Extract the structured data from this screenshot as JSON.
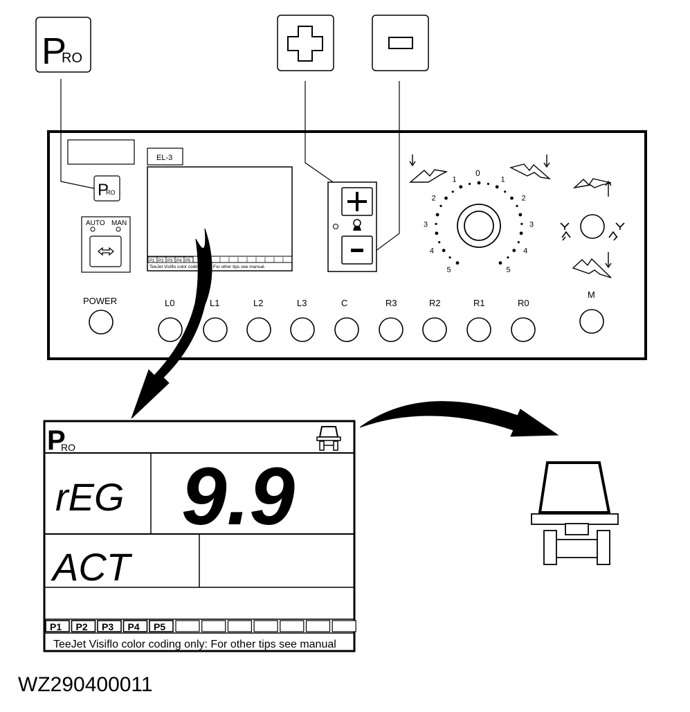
{
  "figure_code": "WZ290400011",
  "callouts": {
    "pro_logo_big": "P",
    "pro_logo_sub": "RO",
    "plus_symbol": "+",
    "minus_symbol": "−"
  },
  "console": {
    "label_el3": "EL-3",
    "auto_label": "AUTO",
    "man_label": "MAN",
    "power_label": "POWER",
    "m_label": "M",
    "small_screen_footer": "TeeJet Visiflo color coding only. For other tips see manual.",
    "small_screen_tabs": [
      "P1",
      "P2",
      "P3",
      "P4",
      "P5"
    ],
    "section_labels": [
      "L0",
      "L1",
      "L2",
      "L3",
      "C",
      "R3",
      "R2",
      "R1",
      "R0"
    ],
    "dial_scale": {
      "top": "0",
      "left": [
        "1",
        "2",
        "3",
        "4",
        "5"
      ],
      "right": [
        "1",
        "2",
        "3",
        "4",
        "5"
      ]
    }
  },
  "display": {
    "logo_big": "P",
    "logo_sub": "RO",
    "reg_label": "rEG",
    "reg_value": "9.9",
    "act_label": "ACT",
    "tabs": [
      "P1",
      "P2",
      "P3",
      "P4",
      "P5"
    ],
    "footer": "TeeJet Visiflo color coding only: For other tips see manual"
  }
}
